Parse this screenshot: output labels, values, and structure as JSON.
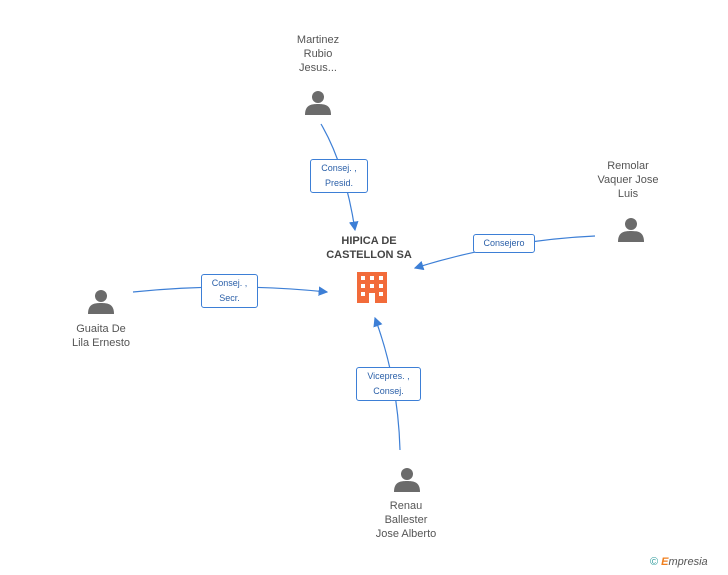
{
  "company": {
    "name_lines": [
      "HIPICA DE",
      "CASTELLON SA"
    ],
    "icon": "building-icon",
    "color": "#f26b3a"
  },
  "people": [
    {
      "id": "martinez",
      "name_lines": [
        "Martinez",
        "Rubio",
        "Jesus..."
      ],
      "icon": "person-icon",
      "role_lines": [
        "Consej. ,",
        "Presid."
      ]
    },
    {
      "id": "remolar",
      "name_lines": [
        "Remolar",
        "Vaquer Jose",
        "Luis"
      ],
      "icon": "person-icon",
      "role_lines": [
        "Consejero"
      ]
    },
    {
      "id": "guaita",
      "name_lines": [
        "Guaita De",
        "Lila Ernesto"
      ],
      "icon": "person-icon",
      "role_lines": [
        "Consej. ,",
        "Secr."
      ]
    },
    {
      "id": "renau",
      "name_lines": [
        "Renau",
        "Ballester",
        "Jose Alberto"
      ],
      "icon": "person-icon",
      "role_lines": [
        "Vicepres. ,",
        "Consej."
      ]
    }
  ],
  "colors": {
    "edge": "#3d7fd6",
    "person": "#6b6b6b",
    "label_text": "#555555"
  },
  "footer": {
    "copyright": "©",
    "brand_initial": "E",
    "brand_rest": "mpresia"
  }
}
